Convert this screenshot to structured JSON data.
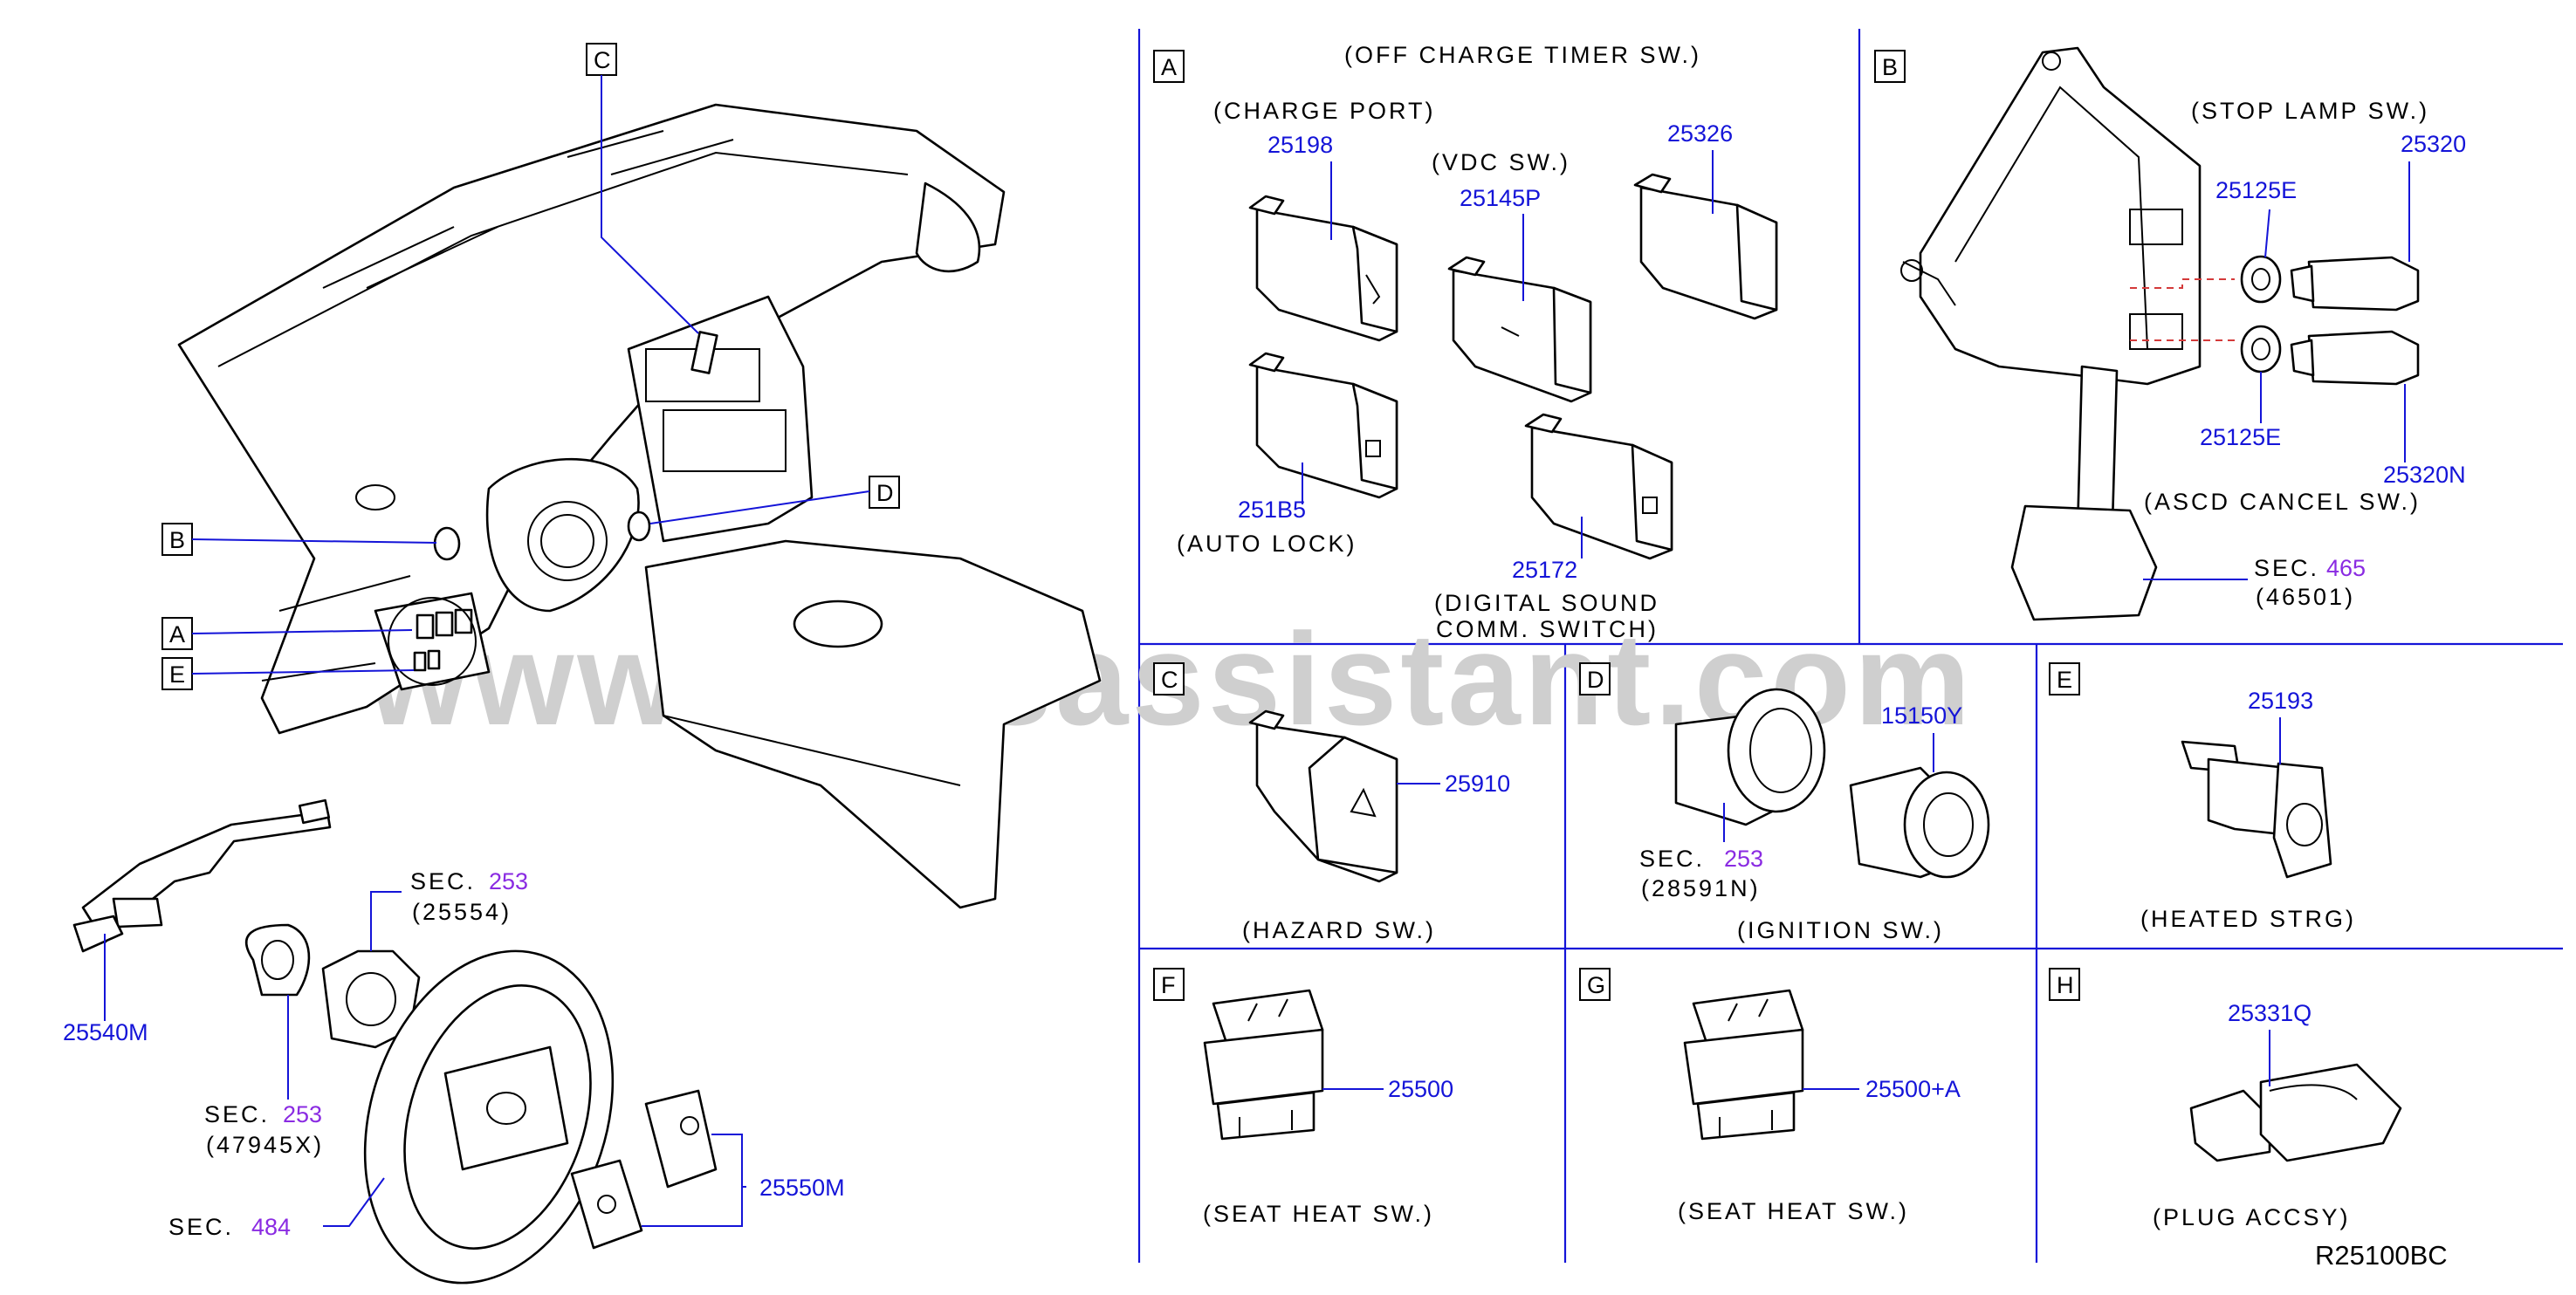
{
  "diagram_code": "R25100BC",
  "watermark": "www.partsassistant.com",
  "overview": {
    "callouts": [
      "C",
      "B",
      "D",
      "A",
      "E"
    ],
    "labels": [
      {
        "code": "25540M"
      },
      {
        "sec": "SEC.",
        "num": "253",
        "ref": "(25554)"
      },
      {
        "sec": "SEC.",
        "num": "253",
        "ref": "(47945X)"
      },
      {
        "sec": "SEC.",
        "num": "484"
      },
      {
        "code": "25550M"
      }
    ]
  },
  "panels": {
    "A": {
      "letter": "A",
      "title": "(OFF   CHARGE   TIMER   SW.)",
      "charge_port": "(CHARGE   PORT)",
      "p25198": "25198",
      "vdc": "(VDC   SW.)",
      "p25145p": "25145P",
      "p25326": "25326",
      "p251b5": "251B5",
      "auto_lock": "(AUTO   LOCK)",
      "p25172": "25172",
      "digital_1": "(DIGITAL   SOUND",
      "digital_2": "COMM.   SWITCH)"
    },
    "B": {
      "letter": "B",
      "stop_lamp": "(STOP   LAMP   SW.)",
      "p25125e_top": "25125E",
      "p25320": "25320",
      "p25125e_bot": "25125E",
      "p25320n": "25320N",
      "ascd": "(ASCD   CANCEL   SW.)",
      "sec": "SEC.",
      "sec_num": "465",
      "sec_ref": "(46501)"
    },
    "C": {
      "letter": "C",
      "p25910": "25910",
      "caption": "(HAZARD   SW.)"
    },
    "D": {
      "letter": "D",
      "p15150y": "15150Y",
      "sec": "SEC.",
      "sec_num": "253",
      "sec_ref": "(28591N)",
      "caption": "(IGNITION   SW.)"
    },
    "E": {
      "letter": "E",
      "p25193": "25193",
      "caption": "(HEATED   STRG)"
    },
    "F": {
      "letter": "F",
      "p25500": "25500",
      "caption": "(SEAT   HEAT   SW.)"
    },
    "G": {
      "letter": "G",
      "p25500a": "25500+A",
      "caption": "(SEAT   HEAT   SW.)"
    },
    "H": {
      "letter": "H",
      "p25331q": "25331Q",
      "caption": "(PLUG   ACCSY)"
    }
  }
}
